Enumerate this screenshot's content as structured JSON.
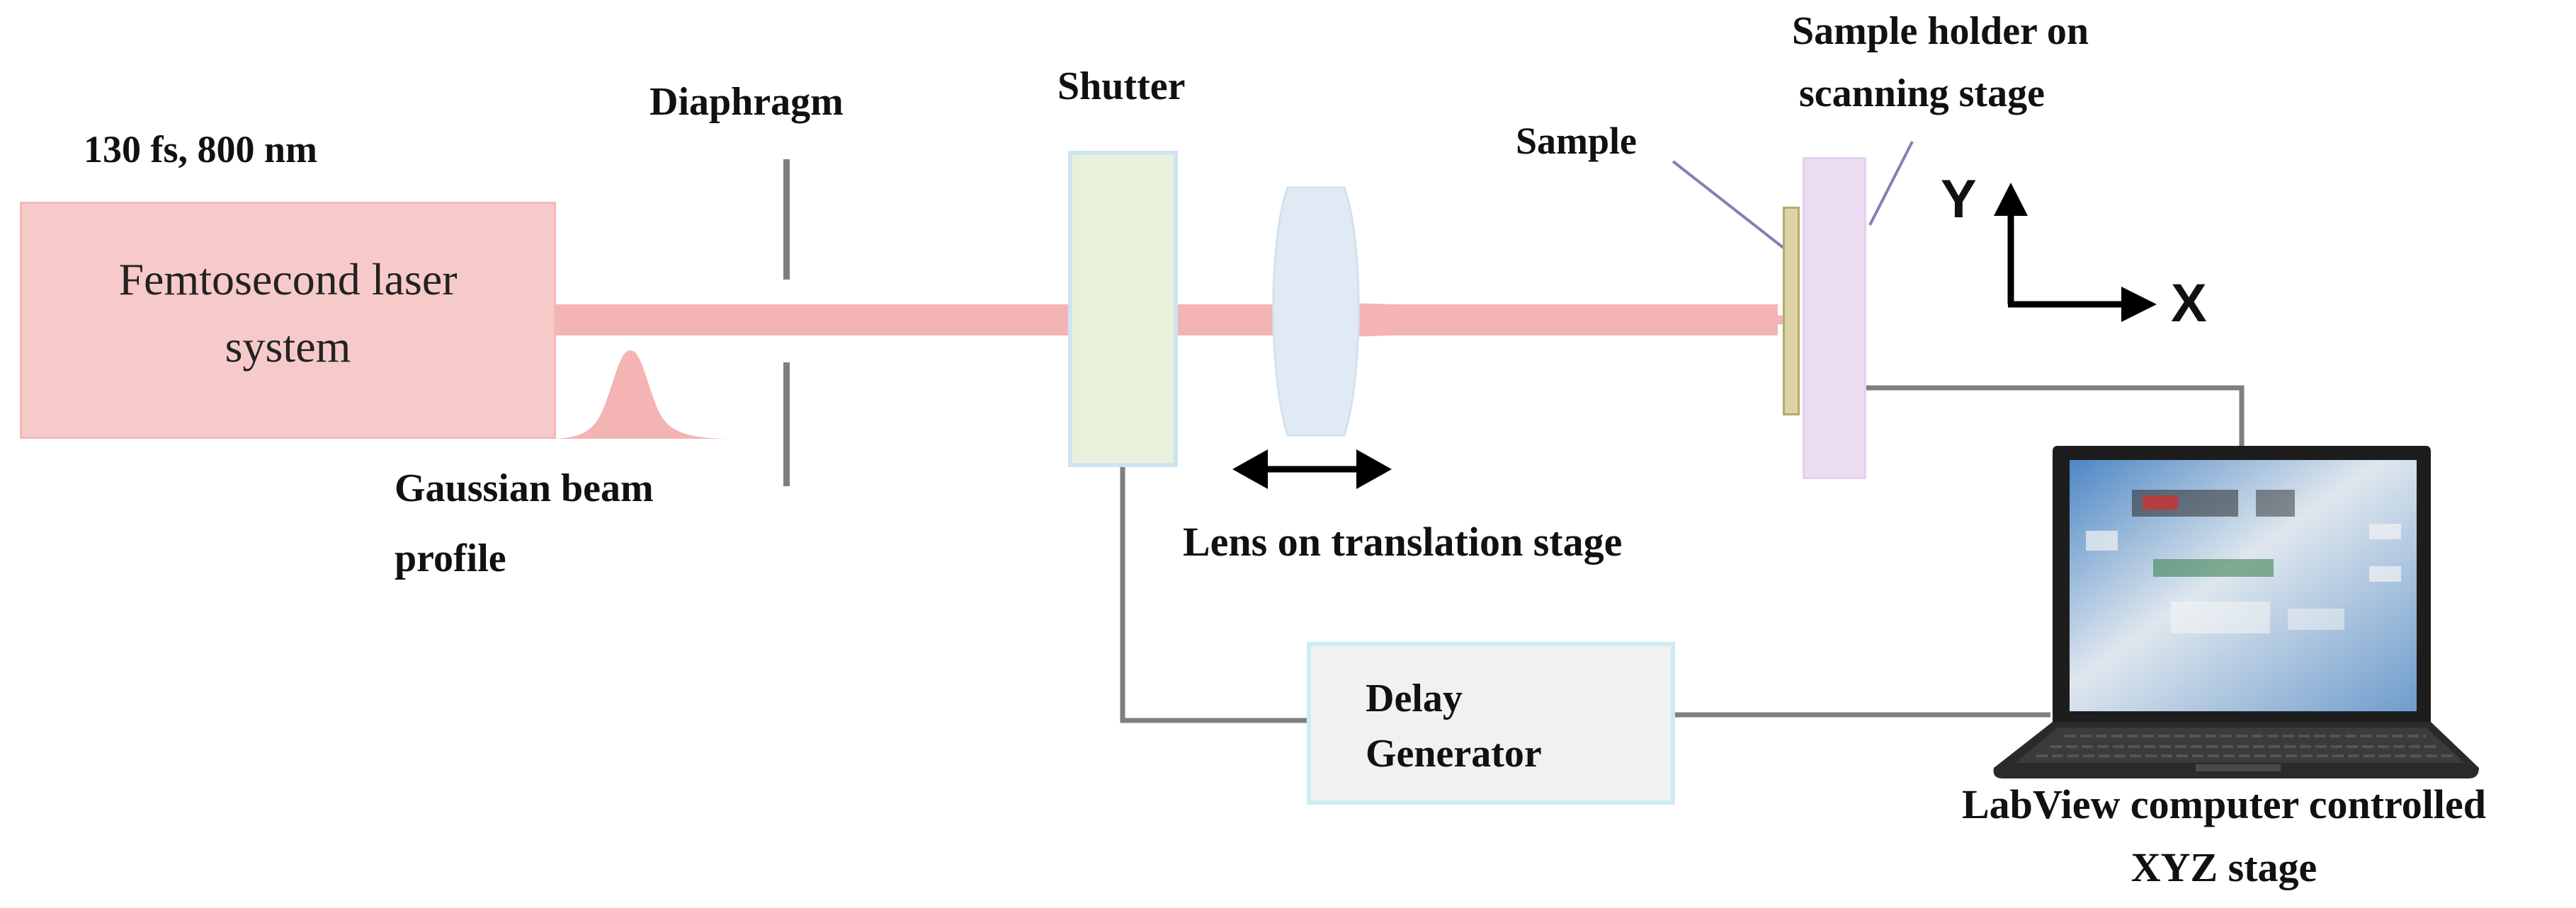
{
  "laser": {
    "pulse_label": "130 fs, 800 nm",
    "title_line1": "Femtosecond  laser",
    "title_line2": "system"
  },
  "components": {
    "diaphragm": "Diaphragm",
    "shutter": "Shutter",
    "sample": "Sample",
    "holder_line1": "Sample holder on",
    "holder_line2": "scanning stage",
    "gaussian_line1": "Gaussian beam",
    "gaussian_line2": "profile",
    "lens": "Lens on translation stage",
    "delay_line1": "Delay",
    "delay_line2": "Generator",
    "computer_line1": "LabView computer controlled",
    "computer_line2": "XYZ stage"
  },
  "axes": {
    "y": "Y",
    "x": "X"
  },
  "colors": {
    "beam": "#f4b4b4",
    "laser_fill": "#f7caca",
    "shutter_fill": "#e9f1dc",
    "lens_fill": "#dfeaf5",
    "holder_fill": "#ecdcf2",
    "cable": "#7f7f7f"
  },
  "icons": [
    "laptop-icon",
    "double-arrow-icon",
    "axis-arrow-icon",
    "gaussian-profile-icon"
  ]
}
